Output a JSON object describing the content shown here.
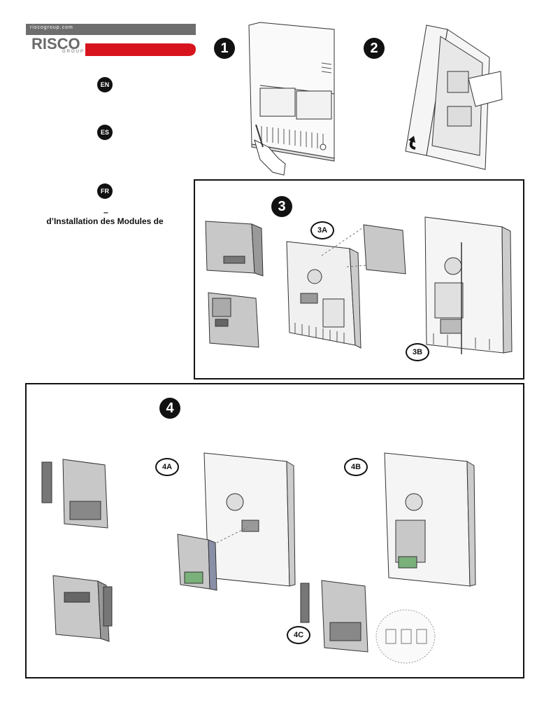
{
  "header": {
    "website": "riscogroup.com",
    "brand": "RISCO",
    "brand_sub": "GROUP",
    "colors": {
      "bar_gray": "#6e6e6e",
      "bar_red": "#d7141e"
    }
  },
  "languages": [
    {
      "code": "EN"
    },
    {
      "code": "ES"
    },
    {
      "code": "FR"
    }
  ],
  "fr_section": {
    "dash": "–",
    "title": "d’Installation des Modules de"
  },
  "steps": {
    "s1": "1",
    "s2": "2",
    "s3": "3",
    "s4": "4",
    "s3a": "3A",
    "s3b": "3B",
    "s4a": "4A",
    "s4b": "4B",
    "s4c": "4C"
  }
}
